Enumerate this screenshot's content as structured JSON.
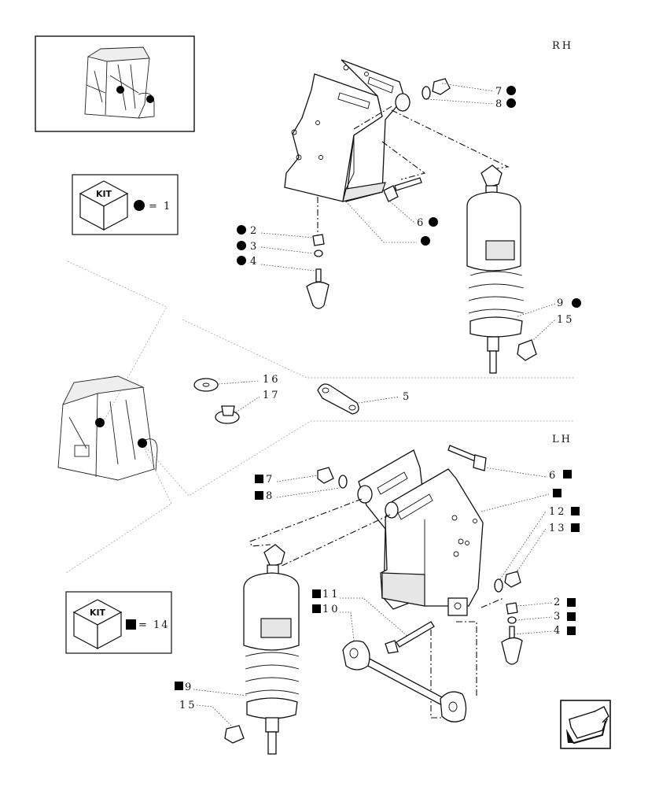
{
  "sections": {
    "right": "RH",
    "left": "LH"
  },
  "kits": [
    {
      "badge": "KIT",
      "equals": "= 1",
      "marker": "circle"
    },
    {
      "badge": "KIT",
      "equals": "= 14",
      "marker": "square"
    }
  ],
  "labels": {
    "rh_7": "7",
    "rh_8": "8",
    "rh_6": "6",
    "rh_2": "2",
    "rh_3": "3",
    "rh_4": "4",
    "rh_9": "9",
    "rh_15": "15",
    "mid_16": "16",
    "mid_17": "17",
    "mid_5": "5",
    "lh_6": "6",
    "lh_7": "7",
    "lh_8": "8",
    "lh_12": "12",
    "lh_13": "13",
    "lh_11": "11",
    "lh_10": "10",
    "lh_2": "2",
    "lh_3": "3",
    "lh_4": "4",
    "lh_9": "9",
    "lh_15": "15"
  },
  "colors": {
    "ink": "#111111",
    "paper": "#ffffff",
    "marker": "#000000"
  },
  "icons": {
    "nav": "next-page-arrow-icon"
  }
}
